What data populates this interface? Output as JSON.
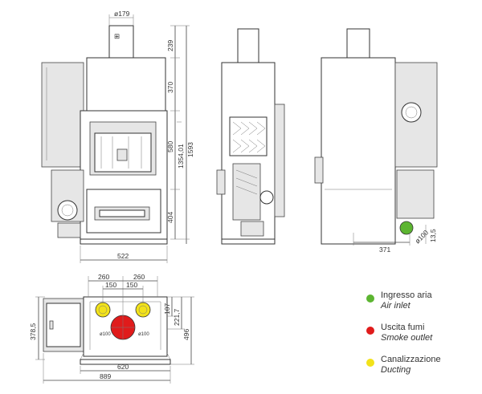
{
  "dimensions": {
    "d179": "ø179",
    "d239": "239",
    "d370": "370",
    "d580": "580",
    "d1354": "1354,01",
    "d1593": "1593",
    "d404": "404",
    "d522": "522",
    "d371": "371",
    "d135": "13,5",
    "d100side": "ø100",
    "d260a": "260",
    "d260b": "260",
    "d150a": "150",
    "d150b": "150",
    "d3785": "378,5",
    "d107": "107",
    "d2217": "221,7",
    "d496": "496",
    "d620": "620",
    "d889": "889",
    "d100a": "ø100",
    "d100b": "ø100"
  },
  "legend": [
    {
      "it": "Ingresso aria",
      "en": "Air inlet",
      "color": "#5cb531"
    },
    {
      "it": "Uscita fumi",
      "en": "Smoke outlet",
      "color": "#e01b1b"
    },
    {
      "it": "Canalizzazione",
      "en": "Ducting",
      "color": "#f2e21a"
    }
  ],
  "colors": {
    "air": "#5cb531",
    "smoke": "#e01b1b",
    "duct": "#f2e21a"
  }
}
